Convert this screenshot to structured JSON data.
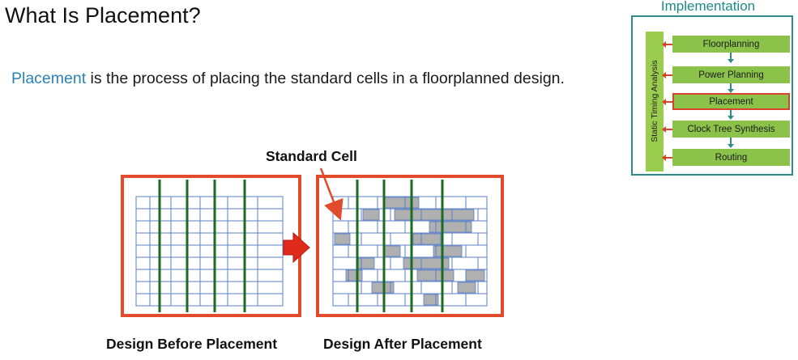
{
  "slide": {
    "title": "What Is Placement?",
    "sentence_term": "Placement",
    "sentence_rest": " is the process of placing the standard cells in a floorplanned design."
  },
  "diagram": {
    "callout_label": "Standard Cell",
    "caption_before": "Design Before Placement",
    "caption_after": "Design After Placement"
  },
  "implementation": {
    "title": "Implementation",
    "side_label": "Static Timing Analysis",
    "steps": [
      {
        "label": "Floorplanning",
        "active": false
      },
      {
        "label": "Power Planning",
        "active": false
      },
      {
        "label": "Placement",
        "active": true
      },
      {
        "label": "Clock Tree Synthesis",
        "active": false
      },
      {
        "label": "Routing",
        "active": false
      }
    ]
  },
  "colors": {
    "frame_red": "#e24a2c",
    "grid_blue": "#5b7fc4",
    "rail_green": "#1c6b22",
    "cell_gray": "#b0b0b0",
    "accent_teal": "#2d8b8b",
    "step_green": "#8bc34a"
  }
}
